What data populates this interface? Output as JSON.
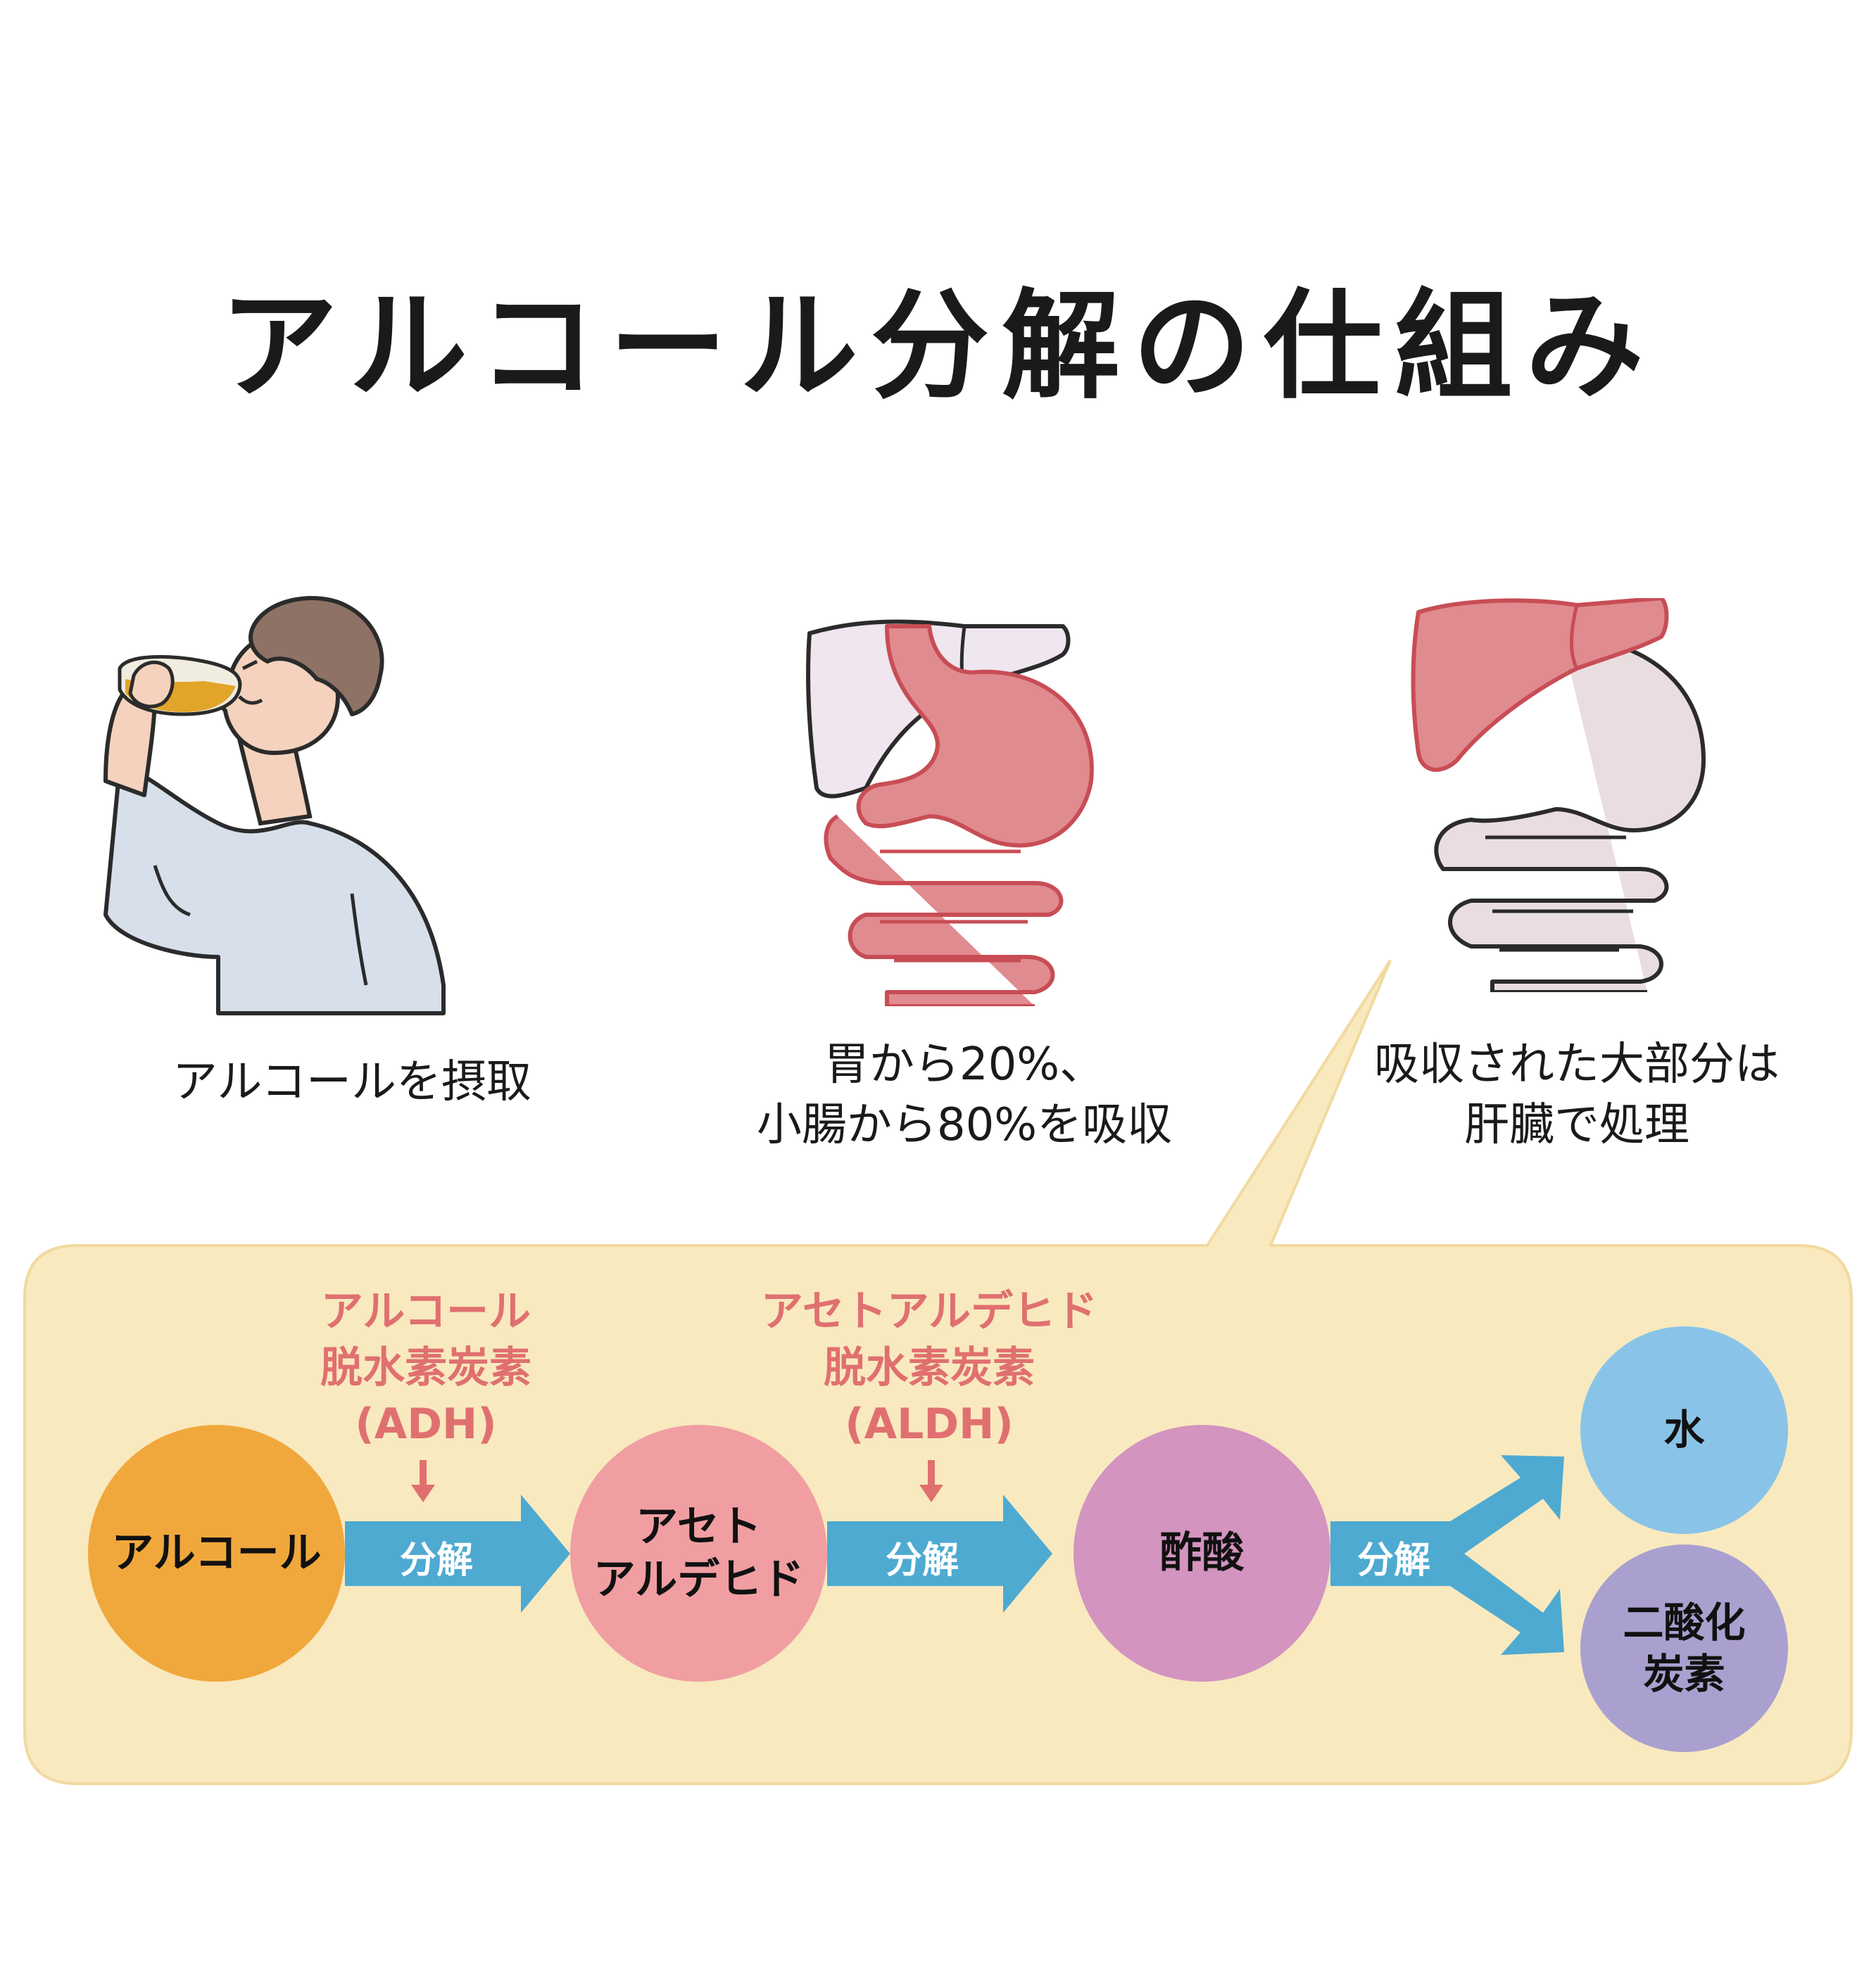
{
  "title": "アルコール分解の仕組み",
  "steps": [
    {
      "caption": "アルコールを摂取",
      "icon": "person-drinking-icon"
    },
    {
      "caption": "胃から20%、\n小腸から80%を吸収",
      "icon": "stomach-intestine-icon"
    },
    {
      "caption": "吸収された大部分は\n肝臓で処理",
      "icon": "liver-icon"
    }
  ],
  "flow": {
    "nodes": [
      {
        "label": "アルコール",
        "color": "#f0a83c"
      },
      {
        "label": "アセト\nアルデヒド",
        "color": "#f09ea2"
      },
      {
        "label": "酢酸",
        "color": "#d394bf"
      },
      {
        "label": "水",
        "color": "#89c4e8"
      },
      {
        "label": "二酸化\n炭素",
        "color": "#aaa0cf"
      }
    ],
    "arrows": [
      {
        "label": "分解"
      },
      {
        "label": "分解"
      },
      {
        "label": "分解"
      }
    ],
    "enzymes": [
      {
        "label": "アルコール\n脱水素炭素\n(ADH)"
      },
      {
        "label": "アセトアルデヒド\n脱水素炭素\n(ALDH)"
      }
    ],
    "colors": {
      "panel": "#f9e9bf",
      "panel_border": "#f2d9a0",
      "arrow": "#4eaad1",
      "enzyme": "#e07070"
    }
  }
}
